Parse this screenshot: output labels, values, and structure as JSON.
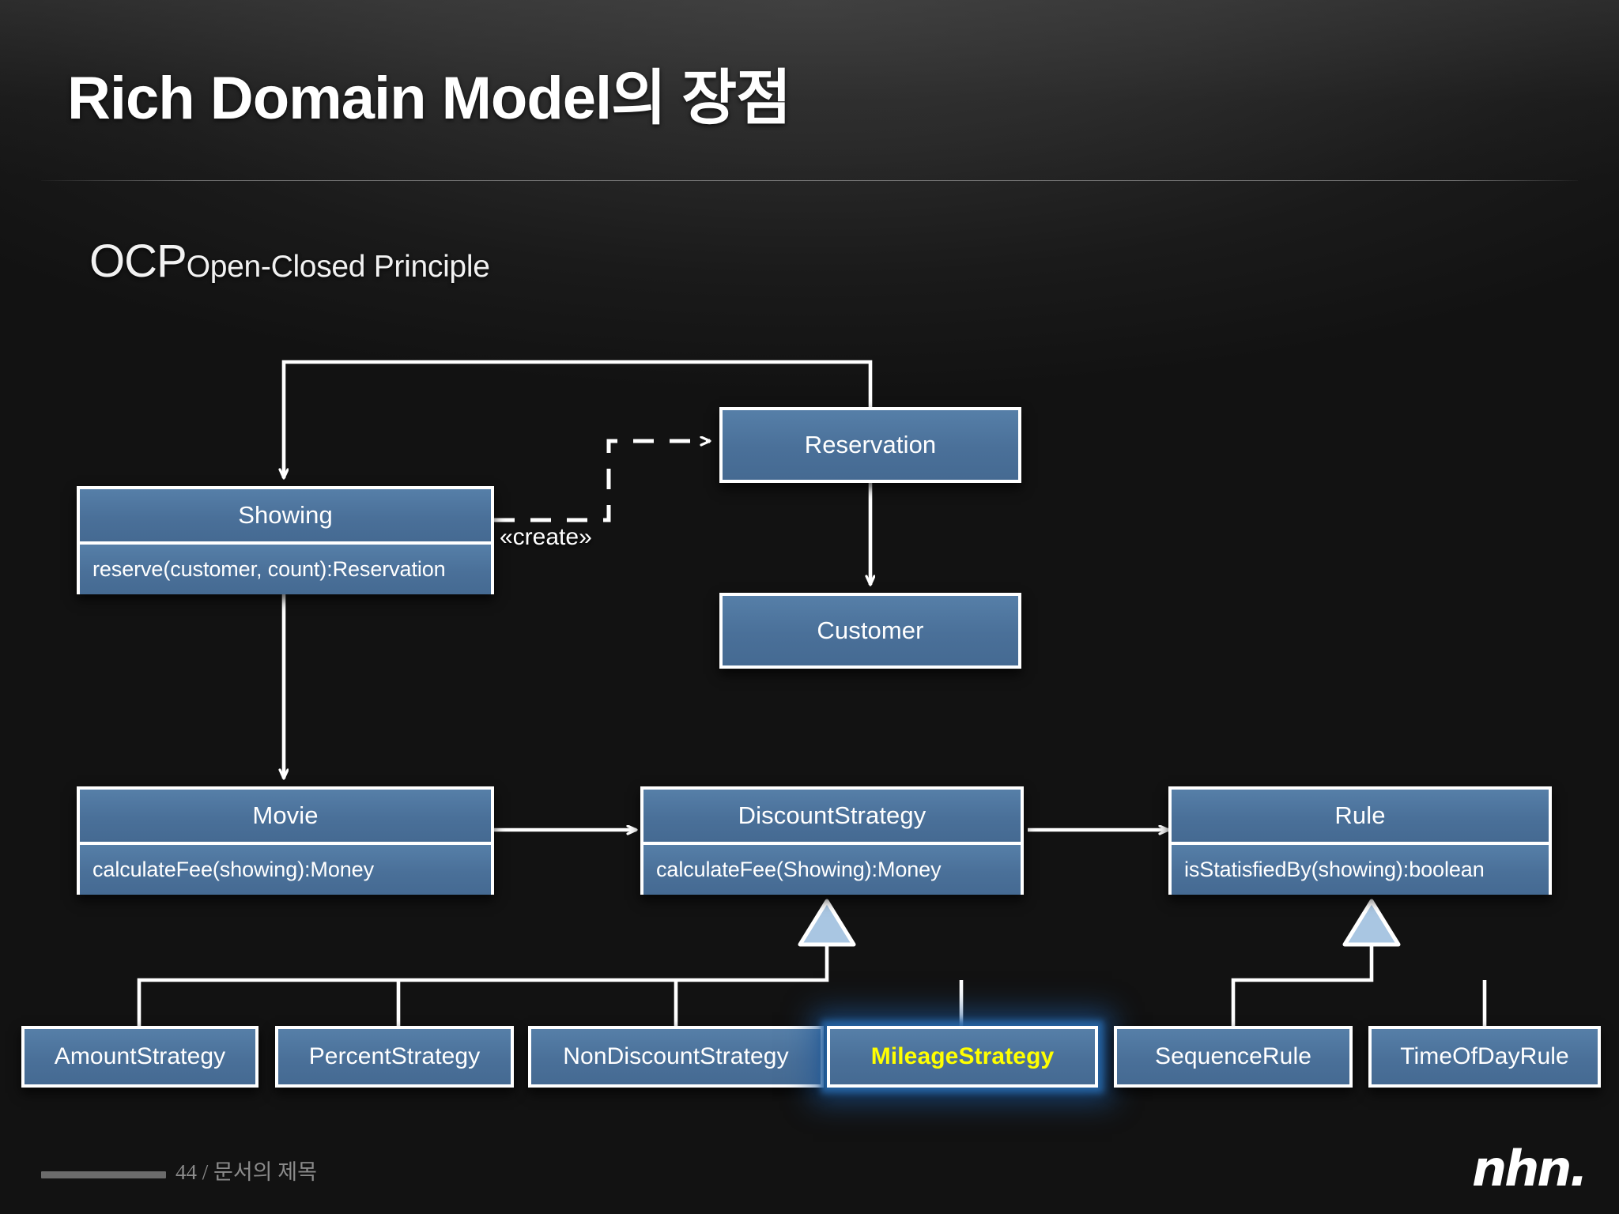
{
  "slide": {
    "title": "Rich Domain Model의 장점",
    "subtitle": {
      "abbr": "OCP",
      "expansion": "Open-Closed Principle"
    }
  },
  "diagram": {
    "stereotype_label": "«create»",
    "nodes": {
      "reservation": {
        "name": "Reservation"
      },
      "customer": {
        "name": "Customer"
      },
      "showing": {
        "name": "Showing",
        "operation": "reserve(customer,  count):Reservation"
      },
      "movie": {
        "name": "Movie",
        "operation": "calculateFee(showing):Money"
      },
      "discount_strategy": {
        "name": "DiscountStrategy",
        "operation": "calculateFee(Showing):Money"
      },
      "rule": {
        "name": "Rule",
        "operation": "isStatisfiedBy(showing):boolean"
      },
      "amount_strategy": {
        "name": "AmountStrategy"
      },
      "percent_strategy": {
        "name": "PercentStrategy"
      },
      "nondiscount_strategy": {
        "name": "NonDiscountStrategy"
      },
      "mileage_strategy": {
        "name": "MileageStrategy"
      },
      "sequence_rule": {
        "name": "SequenceRule"
      },
      "timeofday_rule": {
        "name": "TimeOfDayRule"
      }
    },
    "colors": {
      "node_fill": "#4a7099",
      "node_border": "#ffffff",
      "highlight_text": "#ffff00",
      "highlight_glow": "#2869aa",
      "triangle_fill": "#a9c6e2",
      "line": "#ffffff"
    }
  },
  "footer": {
    "page_marker": "44 / 문서의 제목",
    "logo": "nhn."
  }
}
